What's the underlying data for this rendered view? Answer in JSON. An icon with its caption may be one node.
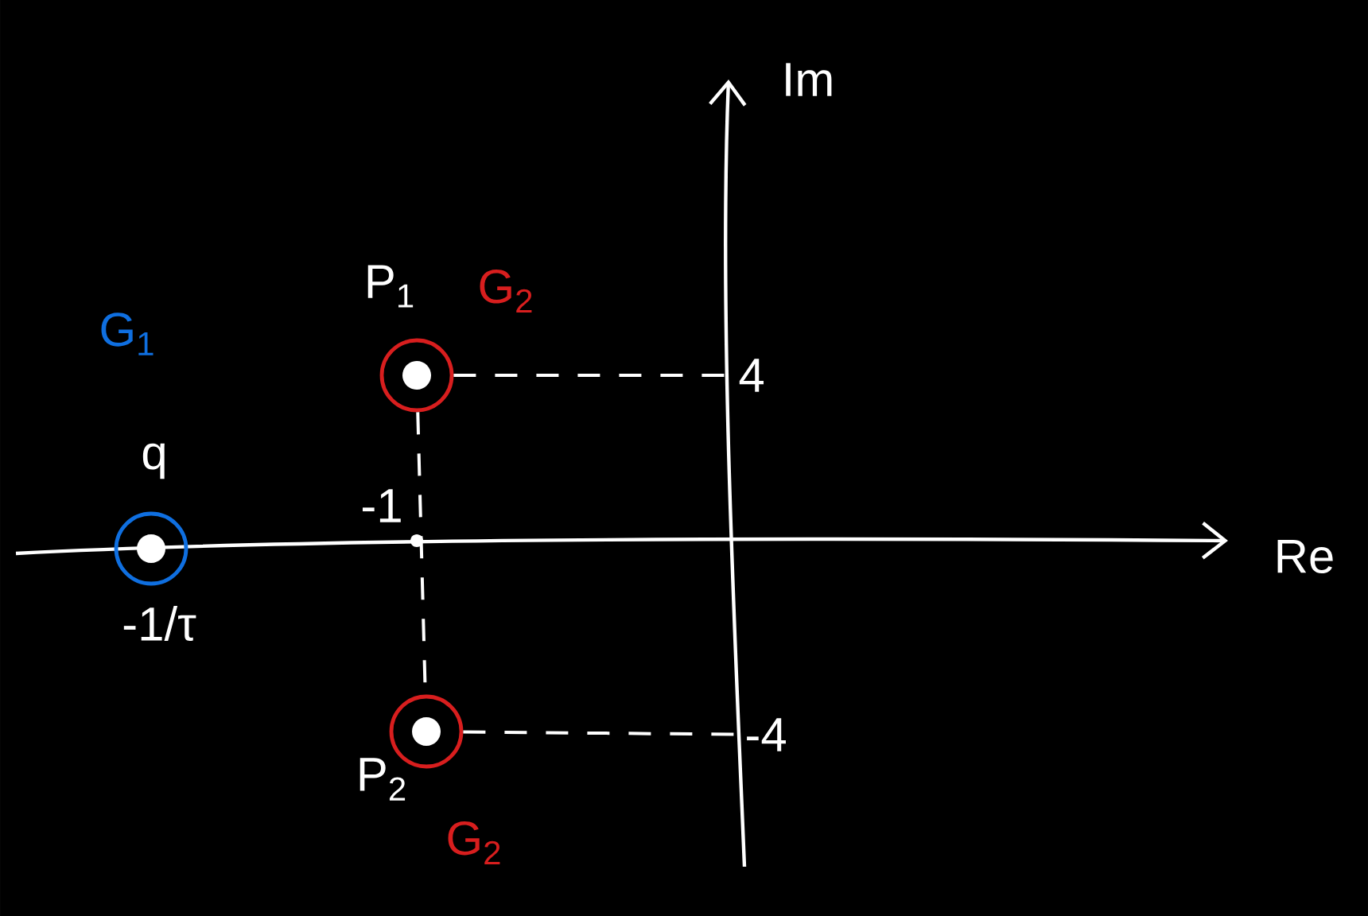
{
  "diagram": {
    "nodes": [
      {
        "text": [],
        "shape": "circle",
        "beside": [
          "G$_{1}$",
          "q"
        ]
      },
      {
        "text": [],
        "shape": "circle",
        "beside": [
          "P$_{1}$",
          "G$_{2}$"
        ]
      },
      {
        "text": [],
        "shape": "circle",
        "beside": [
          "P$_{2}$",
          "G$_{2}$"
        ]
      },
      {
        "text": [
          "4"
        ]
      },
      {
        "text": [
          "-4"
        ]
      }
    ],
    "edges": [
      {
        "from": 1,
        "to": 3,
        "arrow": "none",
        "style": "dashed"
      },
      {
        "from": 1,
        "to": 2,
        "arrow": "none",
        "style": "dashed"
      },
      {
        "from": 2,
        "to": 4,
        "arrow": "none",
        "style": "dashed"
      }
    ],
    "labels": [
      "Im",
      "Re",
      "-1",
      "-1/τ"
    ]
  }
}
